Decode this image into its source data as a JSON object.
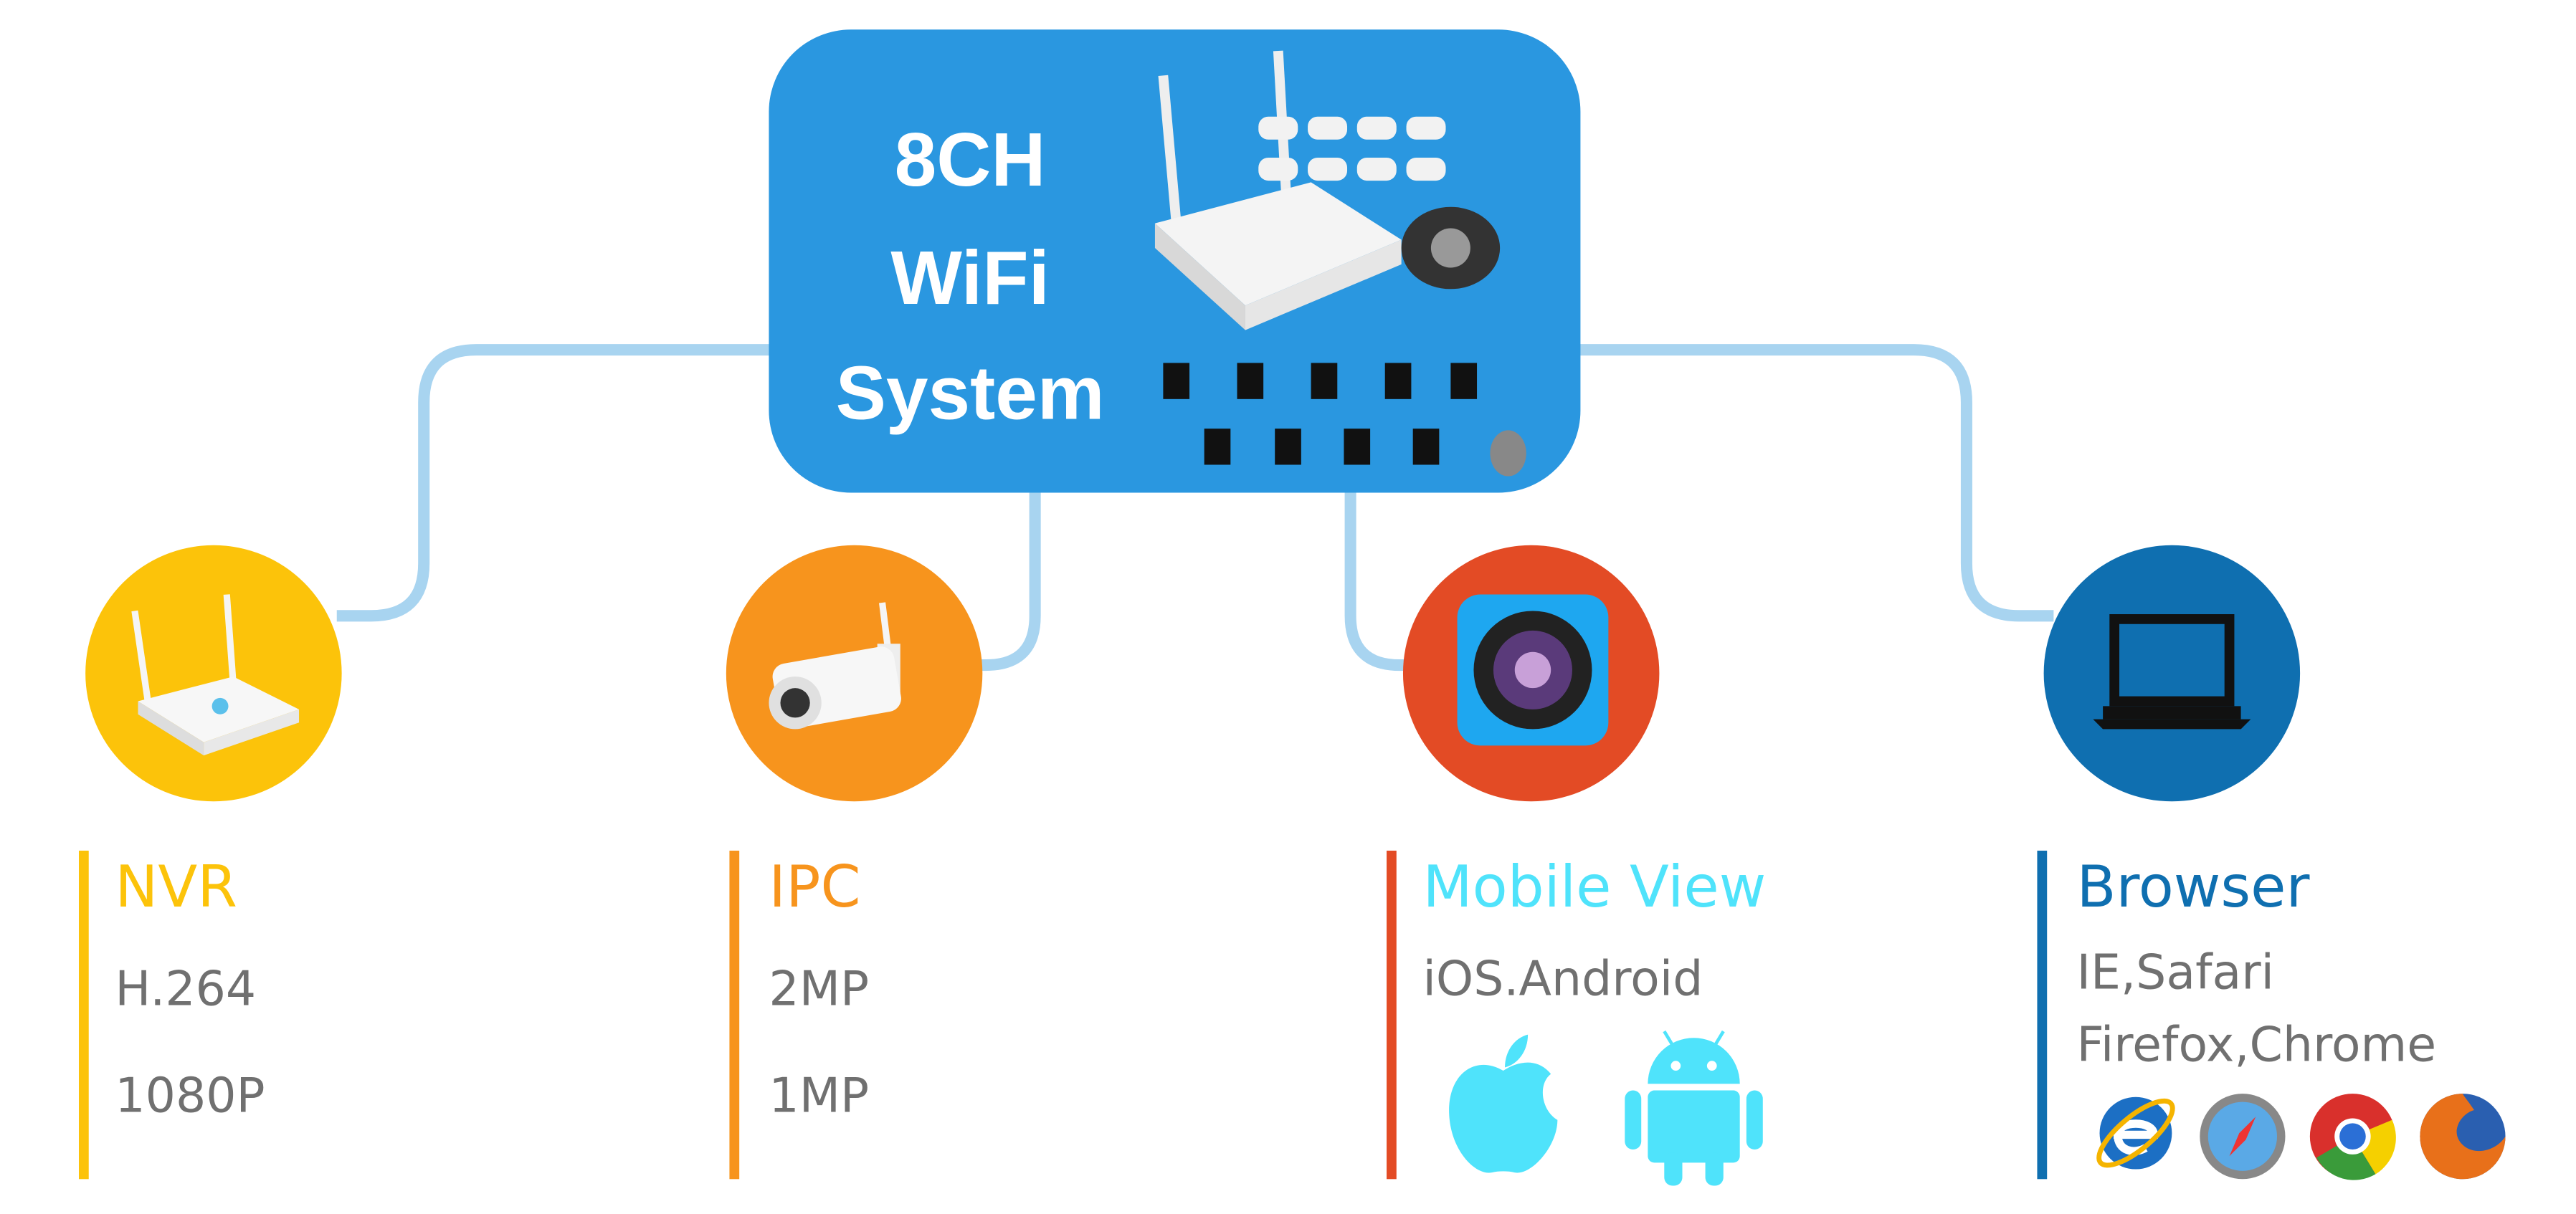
{
  "hub": {
    "lines": [
      "8CH",
      "WiFi",
      "System"
    ]
  },
  "colors": {
    "hub": "#2a97e0",
    "connector": "#a8d4f0",
    "nvr": "#fcc30a",
    "ipc": "#f7941d",
    "mobile": "#e34b25",
    "mobile_text": "#4fe3fb",
    "browser": "#0f6fb0",
    "gray": "#707070"
  },
  "branches": [
    {
      "title": "NVR",
      "lines": [
        "H.264",
        "1080P"
      ],
      "icon": "nvr-icon"
    },
    {
      "title": "IPC",
      "lines": [
        "2MP",
        "1MP"
      ],
      "icon": "camera-icon"
    },
    {
      "title": "Mobile View",
      "lines": [
        "iOS.Android"
      ],
      "icon": "camera-app-icon",
      "logos": [
        "apple-icon",
        "android-icon"
      ]
    },
    {
      "title": "Browser",
      "lines": [
        "IE,Safari",
        "Firefox,Chrome"
      ],
      "icon": "laptop-icon",
      "logos": [
        "ie-icon",
        "safari-icon",
        "chrome-icon",
        "firefox-icon"
      ]
    }
  ]
}
